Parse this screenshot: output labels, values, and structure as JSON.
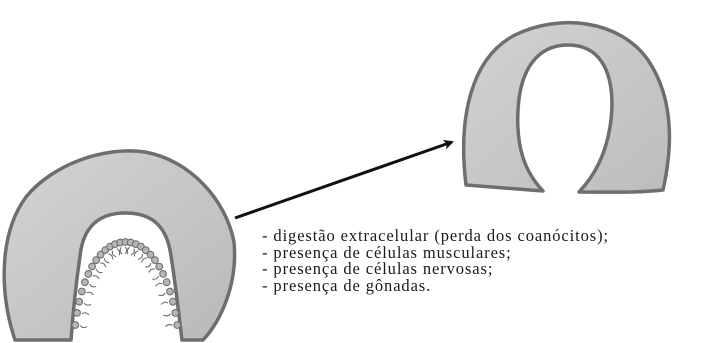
{
  "diagram": {
    "colors": {
      "body_fill": "#c8c8c8",
      "outline": "#6e6e6e",
      "arrow": "#111111",
      "text": "#1a1a1a"
    },
    "traits": [
      "- digestão extracelular (perda dos coanócitos);",
      "- presença de células musculares;",
      "- presença de células nervosas;",
      "- presença de gônadas."
    ]
  }
}
